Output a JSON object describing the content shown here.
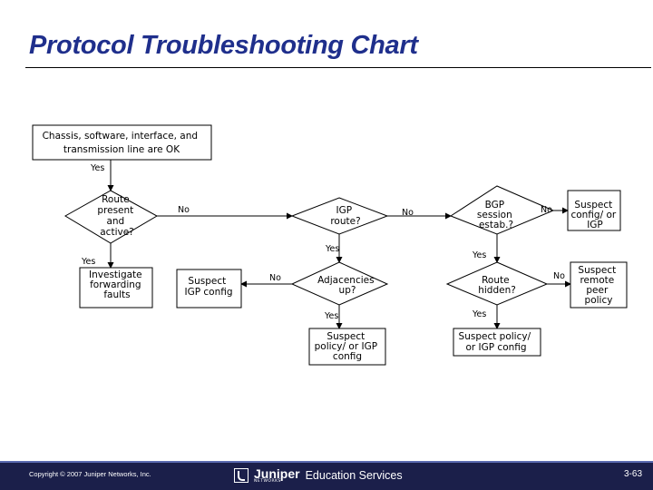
{
  "title": "Protocol Troubleshooting Chart",
  "nodes": {
    "start": [
      "Chassis, software, interface, and",
      "transmission line are OK"
    ],
    "route_present": [
      "Route",
      "present",
      "and",
      "active?"
    ],
    "igp_route": [
      "IGP",
      "route?"
    ],
    "bgp_session": [
      "BGP",
      "session",
      "estab.?"
    ],
    "suspect_config_igp": [
      "Suspect",
      "config/ or",
      "IGP"
    ],
    "investigate": [
      "Investigate",
      "forwarding",
      "faults"
    ],
    "suspect_igp_config": [
      "Suspect",
      "IGP config"
    ],
    "adjacencies": [
      "Adjacencies",
      "up?"
    ],
    "route_hidden": [
      "Route",
      "hidden?"
    ],
    "suspect_remote_peer": [
      "Suspect",
      "remote",
      "peer",
      "policy"
    ],
    "suspect_policy_igp_left": [
      "Suspect",
      "policy/ or IGP",
      "config"
    ],
    "suspect_policy_igp_right": [
      "Suspect policy/",
      "or IGP config"
    ]
  },
  "labels": {
    "yes": "Yes",
    "no": "No"
  },
  "footer": {
    "copyright": "Copyright © 2007 Juniper Networks, Inc.",
    "brand": "Juniper",
    "brand_tagline": "NETWORKS",
    "brand_sub": "Education Services",
    "page": "3-63"
  }
}
